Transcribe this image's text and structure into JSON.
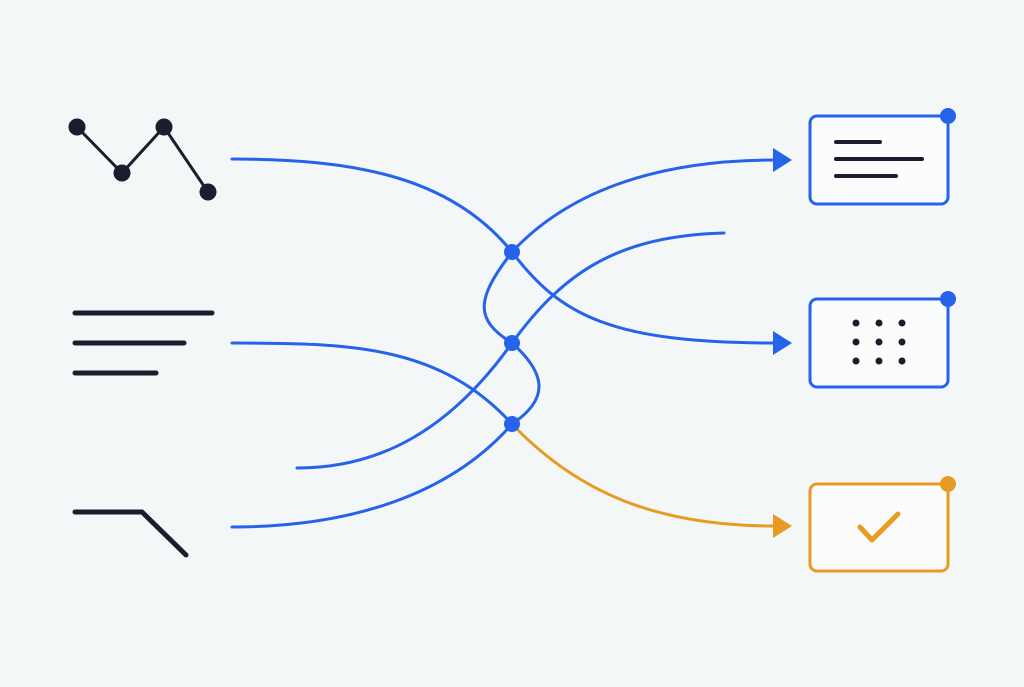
{
  "colors": {
    "background": "#f4f7f7",
    "blue": "#2563eb",
    "orange": "#e89b23",
    "ink": "#1c1c2e"
  },
  "inputs": [
    {
      "icon": "line-chart-icon"
    },
    {
      "icon": "text-lines-icon"
    },
    {
      "icon": "angle-line-icon"
    }
  ],
  "outputs": [
    {
      "icon": "document-card-icon",
      "status": "blue"
    },
    {
      "icon": "grid-card-icon",
      "status": "blue"
    },
    {
      "icon": "check-card-icon",
      "status": "orange"
    }
  ]
}
